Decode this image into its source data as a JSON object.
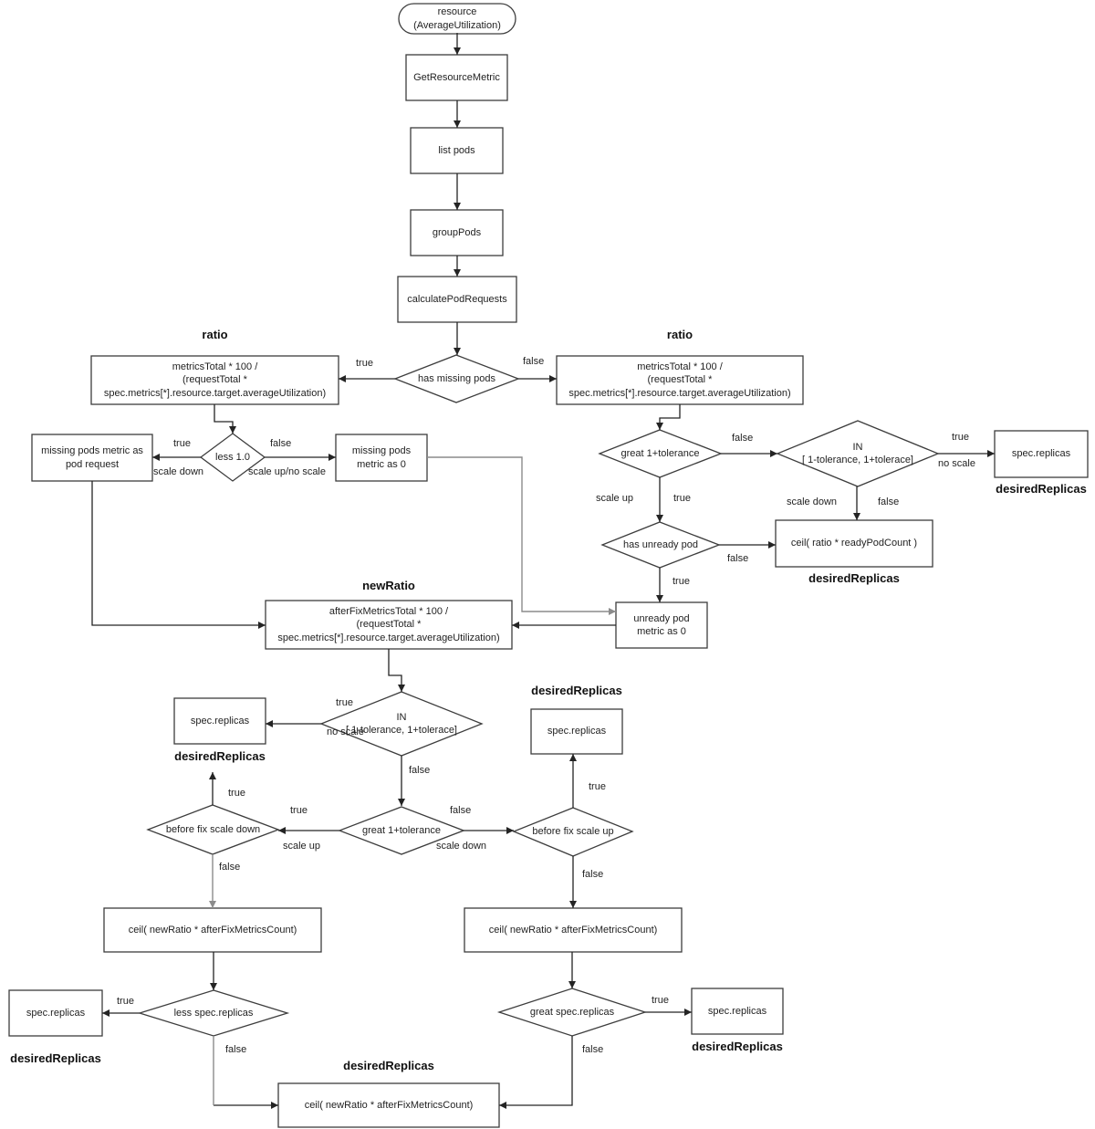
{
  "nodes": {
    "resource": "resource\n(AverageUtilization)",
    "get_resource_metric": "GetResourceMetric",
    "list_pods": "list pods",
    "group_pods": "groupPods",
    "calculate_pod_requests": "calculatePodRequests",
    "has_missing_pods": "has missing pods",
    "ratio_formula": "metricsTotal * 100 /\n(requestTotal *\nspec.metrics[*].resource.target.averageUtilization)",
    "less_1_0": "less 1.0",
    "missing_pods_as_request": "missing pods metric as\npod request",
    "missing_pods_as_0": "missing pods\nmetric as 0",
    "great_1_tolerance": "great 1+tolerance",
    "in_tolerance": "IN\n[ 1-tolerance, 1+tolerace]",
    "spec_replicas": "spec.replicas",
    "has_unready_pod": "has unready pod",
    "ceil_ratio_ready": "ceil( ratio * readyPodCount )",
    "unready_pod_as_0": "unready pod\nmetric as 0",
    "new_ratio_formula": "afterFixMetricsTotal * 100 /\n(requestTotal *\nspec.metrics[*].resource.target.averageUtilization)",
    "before_fix_scale_down": "before fix scale down",
    "before_fix_scale_up": "before fix scale up",
    "ceil_new_ratio": "ceil( newRatio * afterFixMetricsCount)",
    "less_spec_replicas": "less spec.replicas",
    "great_spec_replicas": "great spec.replicas"
  },
  "labels": {
    "ratio": "ratio",
    "new_ratio": "newRatio",
    "desired_replicas": "desiredReplicas"
  },
  "edge_labels": {
    "true": "true",
    "false": "false",
    "scale_up": "scale up",
    "scale_down": "scale down",
    "no_scale": "no scale",
    "scale_up_no_scale": "scale up/no scale"
  }
}
